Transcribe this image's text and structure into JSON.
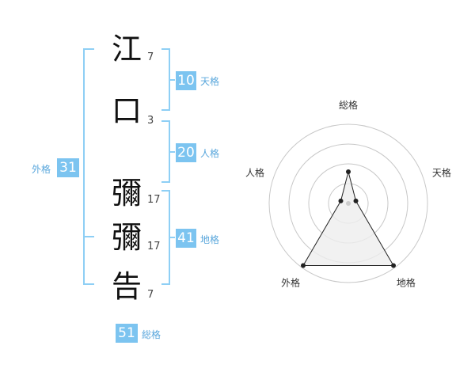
{
  "name": {
    "characters": [
      {
        "char": "江",
        "strokes": "7"
      },
      {
        "char": "口",
        "strokes": "3"
      },
      {
        "char": "彌",
        "strokes": "17"
      },
      {
        "char": "彌",
        "strokes": "17"
      },
      {
        "char": "告",
        "strokes": "7"
      }
    ]
  },
  "fortunes": {
    "tenkaku": {
      "value": "10",
      "label": "天格"
    },
    "jinkaku": {
      "value": "20",
      "label": "人格"
    },
    "chikaku": {
      "value": "41",
      "label": "地格"
    },
    "gaikaku": {
      "value": "31",
      "label": "外格"
    },
    "soukaku": {
      "value": "51",
      "label": "総格"
    }
  },
  "chart_data": {
    "type": "radar",
    "axes": [
      "総格",
      "天格",
      "地格",
      "外格",
      "人格"
    ],
    "values": [
      0.4,
      0.1,
      0.97,
      0.97,
      0.1
    ],
    "rings": 4,
    "colors": {
      "ring": "#c8c8c8",
      "fill": "#eeeeee",
      "line": "#222222"
    }
  },
  "colors": {
    "accent": "#7cc4f0",
    "bracket": "#8ecff5"
  }
}
